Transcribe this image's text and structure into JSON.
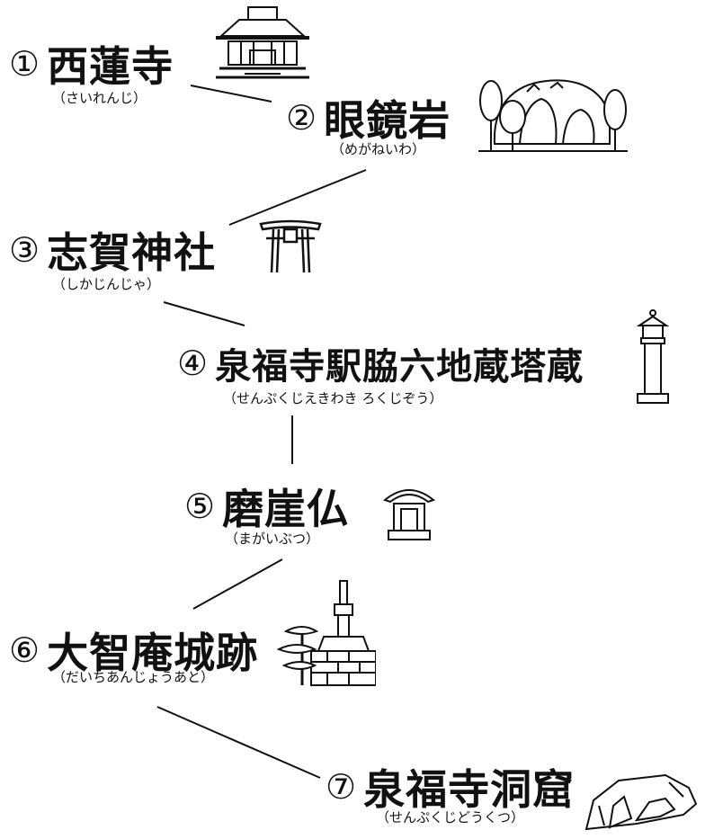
{
  "route": {
    "stops": [
      {
        "number": "①",
        "name": "西蓮寺",
        "reading": "（さいれんじ）",
        "icon": "temple-hall-icon"
      },
      {
        "number": "②",
        "name": "眼鏡岩",
        "reading": "（めがねいわ）",
        "icon": "rock-arch-icon"
      },
      {
        "number": "③",
        "name": "志賀神社",
        "reading": "（しかじんじゃ）",
        "icon": "torii-gate-icon"
      },
      {
        "number": "④",
        "name": "泉福寺駅脇六地蔵塔蔵",
        "reading": "（せんぷくじえきわき ろくじぞう）",
        "icon": "stone-lantern-icon"
      },
      {
        "number": "⑤",
        "name": "磨崖仏",
        "reading": "（まがいぶつ）",
        "icon": "small-shrine-icon"
      },
      {
        "number": "⑥",
        "name": "大智庵城跡",
        "reading": "（だいちあんじょうあと）",
        "icon": "castle-ruins-icon"
      },
      {
        "number": "⑦",
        "name": "泉福寺洞窟",
        "reading": "（せんぷくじどうくつ）",
        "icon": "cave-icon"
      }
    ]
  },
  "colors": {
    "ink": "#111111",
    "background": "#ffffff"
  }
}
